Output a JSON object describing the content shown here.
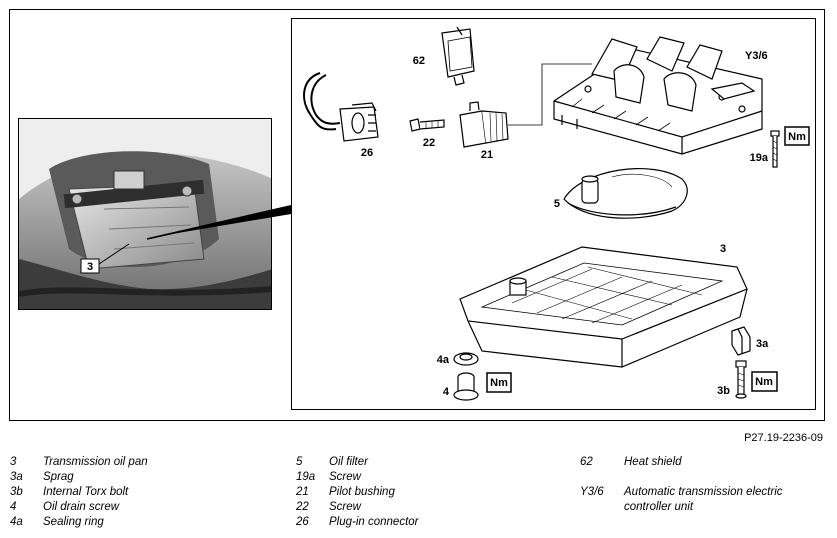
{
  "figure_id": "P27.19-2236-09",
  "callouts": {
    "n62": "62",
    "y36": "Y3/6",
    "nm": "Nm",
    "n19a": "19a",
    "n26": "26",
    "n22": "22",
    "n21": "21",
    "n5": "5",
    "n3": "3",
    "n3a": "3a",
    "n3b": "3b",
    "n4": "4",
    "n4a": "4a",
    "photo3": "3"
  },
  "legend": {
    "col1": [
      {
        "num": "3",
        "text": "Transmission oil pan"
      },
      {
        "num": "3a",
        "text": "Sprag"
      },
      {
        "num": "3b",
        "text": "Internal Torx bolt"
      },
      {
        "num": "4",
        "text": "Oil drain screw"
      },
      {
        "num": "4a",
        "text": "Sealing ring"
      }
    ],
    "col2": [
      {
        "num": "5",
        "text": "Oil filter"
      },
      {
        "num": "19a",
        "text": "Screw"
      },
      {
        "num": "21",
        "text": "Pilot bushing"
      },
      {
        "num": "22",
        "text": "Screw"
      },
      {
        "num": "26",
        "text": "Plug-in connector"
      }
    ],
    "col3": [
      {
        "num": "62",
        "text": "Heat shield"
      },
      {
        "num": "Y3/6",
        "text": "Automatic transmission electric"
      },
      {
        "num": "",
        "text": "controller unit"
      }
    ]
  }
}
